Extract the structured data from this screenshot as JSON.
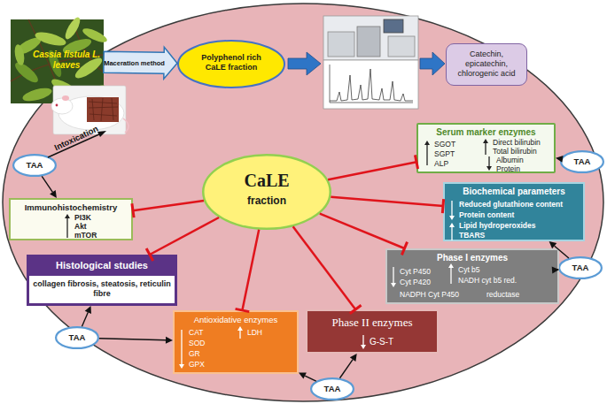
{
  "diagram": {
    "nodes": [
      {
        "text": [
          "Cassia fistula L. leaves"
        ]
      },
      {
        "text": [
          "Polyphenol rich CaLE fraction"
        ]
      },
      {
        "text": [
          "Catechin, epicatechin, chlorogenic acid"
        ]
      },
      {
        "text": [
          "TAA"
        ]
      },
      {
        "text": [
          "Serum marker enzymes",
          "SGOT",
          "SGPT",
          "ALP",
          "Direct bilirubin",
          "Total bilirubin",
          "Albumin",
          "Protein"
        ]
      },
      {
        "text": [
          "TAA"
        ]
      },
      {
        "text": [
          "Immunohistochemistry",
          "PI3K",
          "Akt",
          "mTOR"
        ]
      },
      {
        "text": [
          "CaLE",
          "fraction"
        ]
      },
      {
        "text": [
          "Biochemical parameters",
          "Reduced glutathione content",
          "Protein content",
          "Lipid hydroperoxides",
          "TBARS"
        ]
      },
      {
        "text": [
          "TAA"
        ]
      },
      {
        "text": [
          "Phase I enzymes",
          "Cyt P450",
          "Cyt P420",
          "NADPH Cyt P450",
          "Cyt b5",
          "NADH cyt b5 red.",
          "reductase"
        ]
      },
      {
        "text": [
          "Histological studies",
          "collagen fibrosis, steatosis, reticulin fibre"
        ]
      },
      {
        "text": [
          "TAA"
        ]
      },
      {
        "text": [
          "Antioxidative enzymes",
          "CAT",
          "SOD",
          "GR",
          "GPX",
          "LDH"
        ]
      },
      {
        "text": [
          "Phase II enzymes",
          "G-S-T"
        ]
      },
      {
        "text": [
          "TAA"
        ]
      }
    ],
    "edges": [
      {
        "from": 0,
        "to": 1,
        "arrow": "to",
        "label": "Maceration method"
      },
      {
        "from": 5,
        "to": 6,
        "arrow": "to"
      },
      {
        "from": 3,
        "to": 4,
        "arrow": "to"
      },
      {
        "from": 9,
        "to": 8,
        "arrow": "to"
      },
      {
        "from": 9,
        "to": 10,
        "arrow": "to"
      },
      {
        "from": 12,
        "to": 11,
        "arrow": "to"
      },
      {
        "from": 12,
        "to": 13,
        "arrow": "to"
      },
      {
        "from": 15,
        "to": 13,
        "arrow": "to"
      },
      {
        "from": 15,
        "to": 14,
        "arrow": "to"
      },
      {
        "from": 7,
        "to": 6,
        "arrow": "to"
      },
      {
        "from": 7,
        "to": 11,
        "arrow": "to"
      },
      {
        "from": 7,
        "to": 13,
        "arrow": "to"
      },
      {
        "from": 7,
        "to": 14,
        "arrow": "to"
      },
      {
        "from": 7,
        "to": 10,
        "arrow": "to"
      },
      {
        "from": 7,
        "to": 8,
        "arrow": "to"
      },
      {
        "from": 7,
        "to": 4,
        "arrow": "to"
      }
    ],
    "labels": [
      "Intoxication"
    ]
  }
}
